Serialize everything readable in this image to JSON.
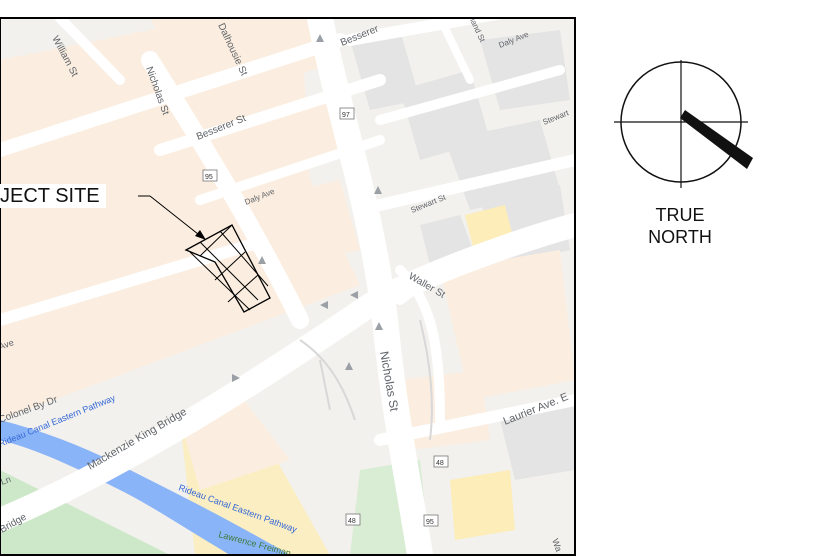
{
  "map": {
    "project_site_label": "JECT SITE",
    "north_arrow": {
      "line1": "TRUE",
      "line2": "NORTH"
    },
    "streets": [
      "William St",
      "Dalhousie St",
      "Besserer St",
      "Besserer",
      "Nicholas St",
      "Daly Ave",
      "Daly Ave",
      "Stewart St",
      "Stewart",
      "Waller St",
      "Nicholas St",
      "Laurier Ave. E",
      "Mackenzie King Bridge",
      "Colonel By Dr",
      "Rideau Canal Eastern Pathway",
      "Rideau Canal Eastern Pathway",
      "Lawrence Freiman",
      "Bridge",
      "Ave",
      "Ln",
      "Wa",
      "land St"
    ],
    "route_shields": [
      "97",
      "95",
      "48",
      "48",
      "95"
    ],
    "colors": {
      "land": "#f3f1ed",
      "building_block": "#fbeee0",
      "road": "#ffffff",
      "water": "#8ab4f8",
      "park": "#cde8c8",
      "building_grey": "#e6e6e6",
      "yellow_lot": "#fdedb8"
    }
  }
}
